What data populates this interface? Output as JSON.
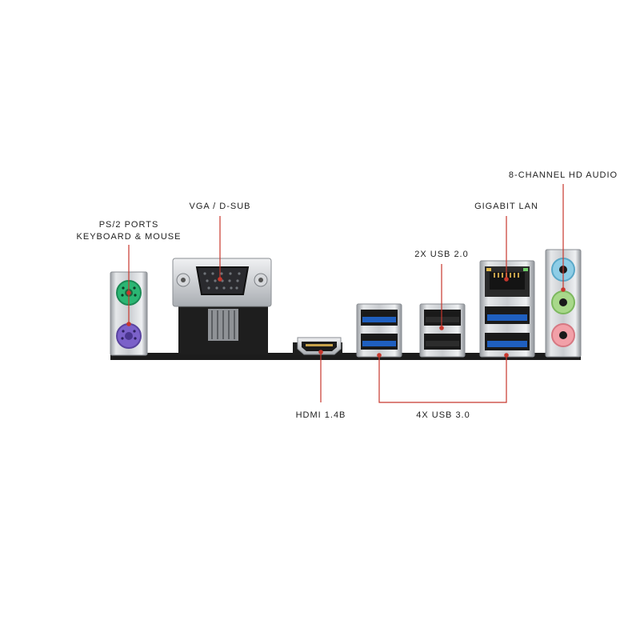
{
  "labels": {
    "ps2_line1": "PS/2 PORTS",
    "ps2_line2": "KEYBOARD & MOUSE",
    "vga": "VGA / D-SUB",
    "usb20": "2X USB 2.0",
    "lan": "GIGABIT LAN",
    "audio": "8-CHANNEL HD AUDIO",
    "hdmi": "HDMI 1.4B",
    "usb30": "4X USB 3.0"
  },
  "colors": {
    "leader_line": "#c8372d",
    "ps2_keyboard": "#2bb673",
    "ps2_mouse": "#7b61c9",
    "usb3_blue": "#1f5fbf",
    "audio_line_in": "#8ecde6",
    "audio_line_out": "#a8d88a",
    "audio_mic": "#f2a0a8"
  }
}
